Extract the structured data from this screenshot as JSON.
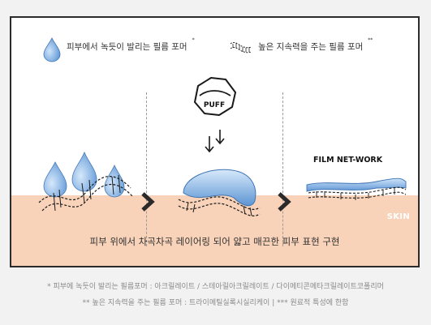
{
  "legend": {
    "item1": {
      "text": "피부에서 녹듯이 발리는 필름 포머",
      "marker": "*",
      "icon": "water-drop-icon"
    },
    "item2": {
      "text": "높은 지속력을 주는 필름 포머",
      "marker": "**",
      "icon": "film-strip-icon"
    }
  },
  "puff_label": "PUFF",
  "network_label": "FILM NET-WORK",
  "skin_label": "SKIN",
  "caption": "피부 위에서 차곡차곡 레이어링 되어 얇고 매끈한 피부 표현 구현",
  "footnotes": {
    "line1": "* 피부에 녹듯이 발리는 필름포머 : 아크릴레이트 / 스테아릴아크릴레이트 / 다이메티콘메타크릴레이트코폴리머",
    "line2": "** 높은 지속력을 주는 필름 포머 : 트라이메틸실록시실리케이 | *** 원료적 특성에 한함"
  },
  "colors": {
    "skin": "#f8d3b9",
    "drop": "#7fb2e5",
    "frame": "#2b2b2b"
  }
}
